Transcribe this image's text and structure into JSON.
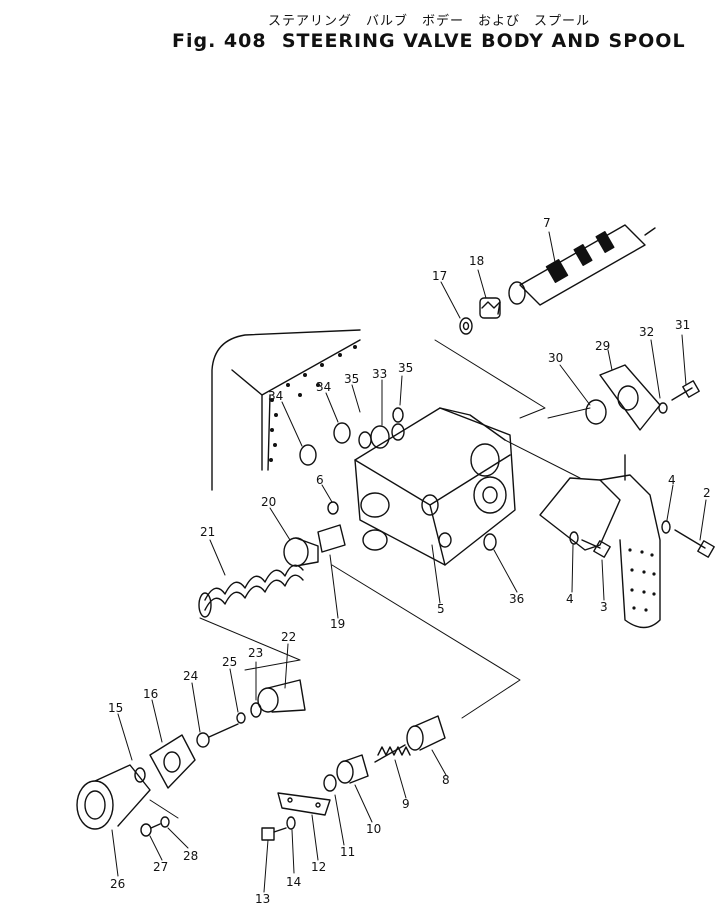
{
  "title_japanese": "ステアリング　バルブ　ボデー　および　スプール",
  "title": "Fig. 408  STEERING VALVE BODY AND SPOOL",
  "parts": [
    {
      "id": "p7",
      "label": "7"
    },
    {
      "id": "p18",
      "label": "18"
    },
    {
      "id": "p17",
      "label": "17"
    },
    {
      "id": "p31",
      "label": "31"
    },
    {
      "id": "p32",
      "label": "32"
    },
    {
      "id": "p29",
      "label": "29"
    },
    {
      "id": "p30",
      "label": "30"
    },
    {
      "id": "p35a",
      "label": "35"
    },
    {
      "id": "p33",
      "label": "33"
    },
    {
      "id": "p34a",
      "label": "34"
    },
    {
      "id": "p35b",
      "label": "35"
    },
    {
      "id": "p34b",
      "label": "34"
    },
    {
      "id": "p6",
      "label": "6"
    },
    {
      "id": "p20",
      "label": "20"
    },
    {
      "id": "p21",
      "label": "21"
    },
    {
      "id": "p4a",
      "label": "4"
    },
    {
      "id": "p2",
      "label": "2"
    },
    {
      "id": "p4b",
      "label": "4"
    },
    {
      "id": "p3",
      "label": "3"
    },
    {
      "id": "p36",
      "label": "36"
    },
    {
      "id": "p5",
      "label": "5"
    },
    {
      "id": "p19",
      "label": "19"
    },
    {
      "id": "p22",
      "label": "22"
    },
    {
      "id": "p23",
      "label": "23"
    },
    {
      "id": "p25",
      "label": "25"
    },
    {
      "id": "p24",
      "label": "24"
    },
    {
      "id": "p16",
      "label": "16"
    },
    {
      "id": "p15",
      "label": "15"
    },
    {
      "id": "p8",
      "label": "8"
    },
    {
      "id": "p9",
      "label": "9"
    },
    {
      "id": "p10",
      "label": "10"
    },
    {
      "id": "p11",
      "label": "11"
    },
    {
      "id": "p12",
      "label": "12"
    },
    {
      "id": "p14",
      "label": "14"
    },
    {
      "id": "p13",
      "label": "13"
    },
    {
      "id": "p28",
      "label": "28"
    },
    {
      "id": "p27",
      "label": "27"
    },
    {
      "id": "p26",
      "label": "26"
    }
  ]
}
